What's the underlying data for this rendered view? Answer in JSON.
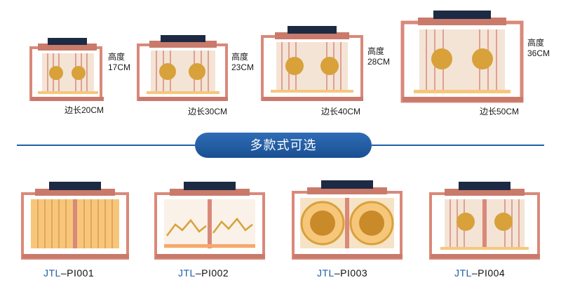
{
  "sizes": [
    {
      "height_label": "高度",
      "height_value": "17CM",
      "side_label": "边长20CM"
    },
    {
      "height_label": "高度",
      "height_value": "23CM",
      "side_label": "边长30CM"
    },
    {
      "height_label": "高度",
      "height_value": "28CM",
      "side_label": "边长40CM"
    },
    {
      "height_label": "高度",
      "height_value": "36CM",
      "side_label": "边长50CM"
    }
  ],
  "banner": {
    "title": "多款式可选"
  },
  "models": [
    {
      "prefix": "JTL",
      "suffix": "–PI001",
      "panel": "vertical-slats"
    },
    {
      "prefix": "JTL",
      "suffix": "–PI002",
      "panel": "mountain-pattern"
    },
    {
      "prefix": "JTL",
      "suffix": "–PI003",
      "panel": "round-fu-medallion"
    },
    {
      "prefix": "JTL",
      "suffix": "–PI004",
      "panel": "fu-character-slats"
    }
  ],
  "colors": {
    "frame": "#d9897a",
    "frame_dark": "#b86b5d",
    "solar_panel": "#1d2a44",
    "glow": "#f6c77a",
    "gold": "#d8a13a",
    "accent_blue": "#1f5fa6"
  }
}
